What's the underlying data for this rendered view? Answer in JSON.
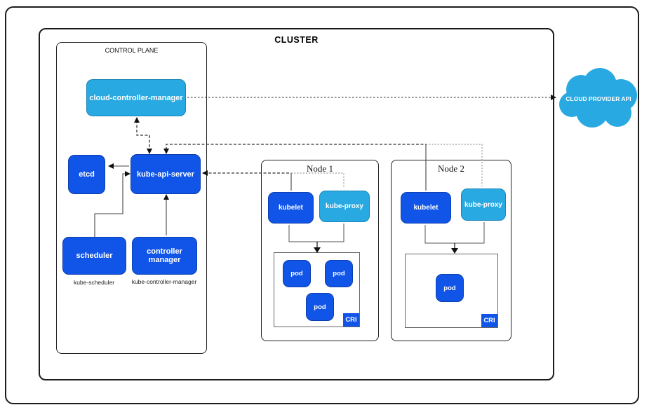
{
  "cluster": {
    "label": "CLUSTER"
  },
  "control_plane": {
    "label": "CONTROL PLANE",
    "cloud_controller_manager_label": "cloud-controller-manager",
    "etcd_label": "etcd",
    "kube_api_server_label": "kube-api-server",
    "scheduler_label": "scheduler",
    "scheduler_sublabel": "kube-scheduler",
    "controller_manager_label": "controller manager",
    "controller_manager_sublabel": "kube-controller-manager"
  },
  "nodes": [
    {
      "title": "Node 1",
      "kubelet_label": "kubelet",
      "kube_proxy_label": "kube-proxy",
      "pods": [
        "pod",
        "pod",
        "pod"
      ],
      "cri_label": "CRI"
    },
    {
      "title": "Node 2",
      "kubelet_label": "kubelet",
      "kube_proxy_label": "kube-proxy",
      "pods": [
        "pod"
      ],
      "cri_label": "CRI"
    }
  ],
  "cloud": {
    "label": "CLOUD PROVIDER API"
  },
  "colors": {
    "primary_blue": "#1155e8",
    "light_blue": "#29a9e1"
  }
}
